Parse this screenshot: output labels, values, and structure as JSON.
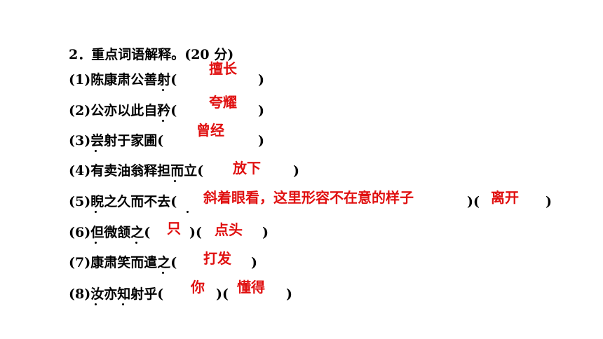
{
  "heading": "2．重点词语解释。(20 分)",
  "items": [
    {
      "text": "(1)陈康肃公善射(",
      "close": ")",
      "answers": [
        "擅长"
      ]
    },
    {
      "text": "(2)公亦以此自矜(",
      "close": ")",
      "answers": [
        "夸耀"
      ]
    },
    {
      "text": "(3)尝射于家圃(",
      "close": ")",
      "answers": [
        "曾经"
      ]
    },
    {
      "text": "(4)有卖油翁释担而立(",
      "close": ")",
      "answers": [
        "放下"
      ]
    },
    {
      "text": "(5)睨之久而不去(",
      "middle": ")(",
      "close": ")",
      "answers": [
        "斜着眼看，这里形容不在意的样子",
        "离开"
      ]
    },
    {
      "text": "(6)但微颔之(",
      "middle": ")(",
      "close": ")",
      "answers": [
        "只",
        "点头"
      ]
    },
    {
      "text": "(7)康肃笑而遣之(",
      "close": ")",
      "answers": [
        "打发"
      ]
    },
    {
      "text": "(8)汝亦知射乎(",
      "middle": ")(",
      "close": ")",
      "answers": [
        "你",
        "懂得"
      ]
    }
  ],
  "colors": {
    "text": "#000000",
    "answer": "#e01010"
  }
}
